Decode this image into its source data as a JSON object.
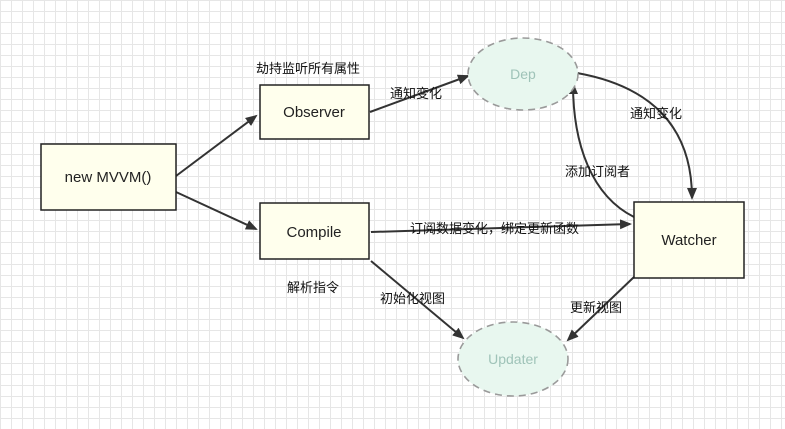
{
  "nodes": {
    "mvvm": "new MVVM()",
    "observer": "Observer",
    "compile": "Compile",
    "watcher": "Watcher",
    "dep": "Dep",
    "updater": "Updater"
  },
  "labels": {
    "observer_caption": "劫持监听所有属性",
    "compile_caption": "解析指令",
    "notify_change_1": "通知变化",
    "notify_change_2": "通知变化",
    "add_subscriber": "添加订阅者",
    "subscribe_bind": "订阅数据变化，绑定更新函数",
    "init_view": "初始化视图",
    "update_view": "更新视图"
  },
  "colors": {
    "box_fill": "#ffffed",
    "box_stroke": "#222222",
    "ellipse_fill": "#e8f7ef",
    "ellipse_stroke": "#9a9a9a",
    "ellipse_text": "#9fc3b8",
    "arrow": "#333333"
  }
}
